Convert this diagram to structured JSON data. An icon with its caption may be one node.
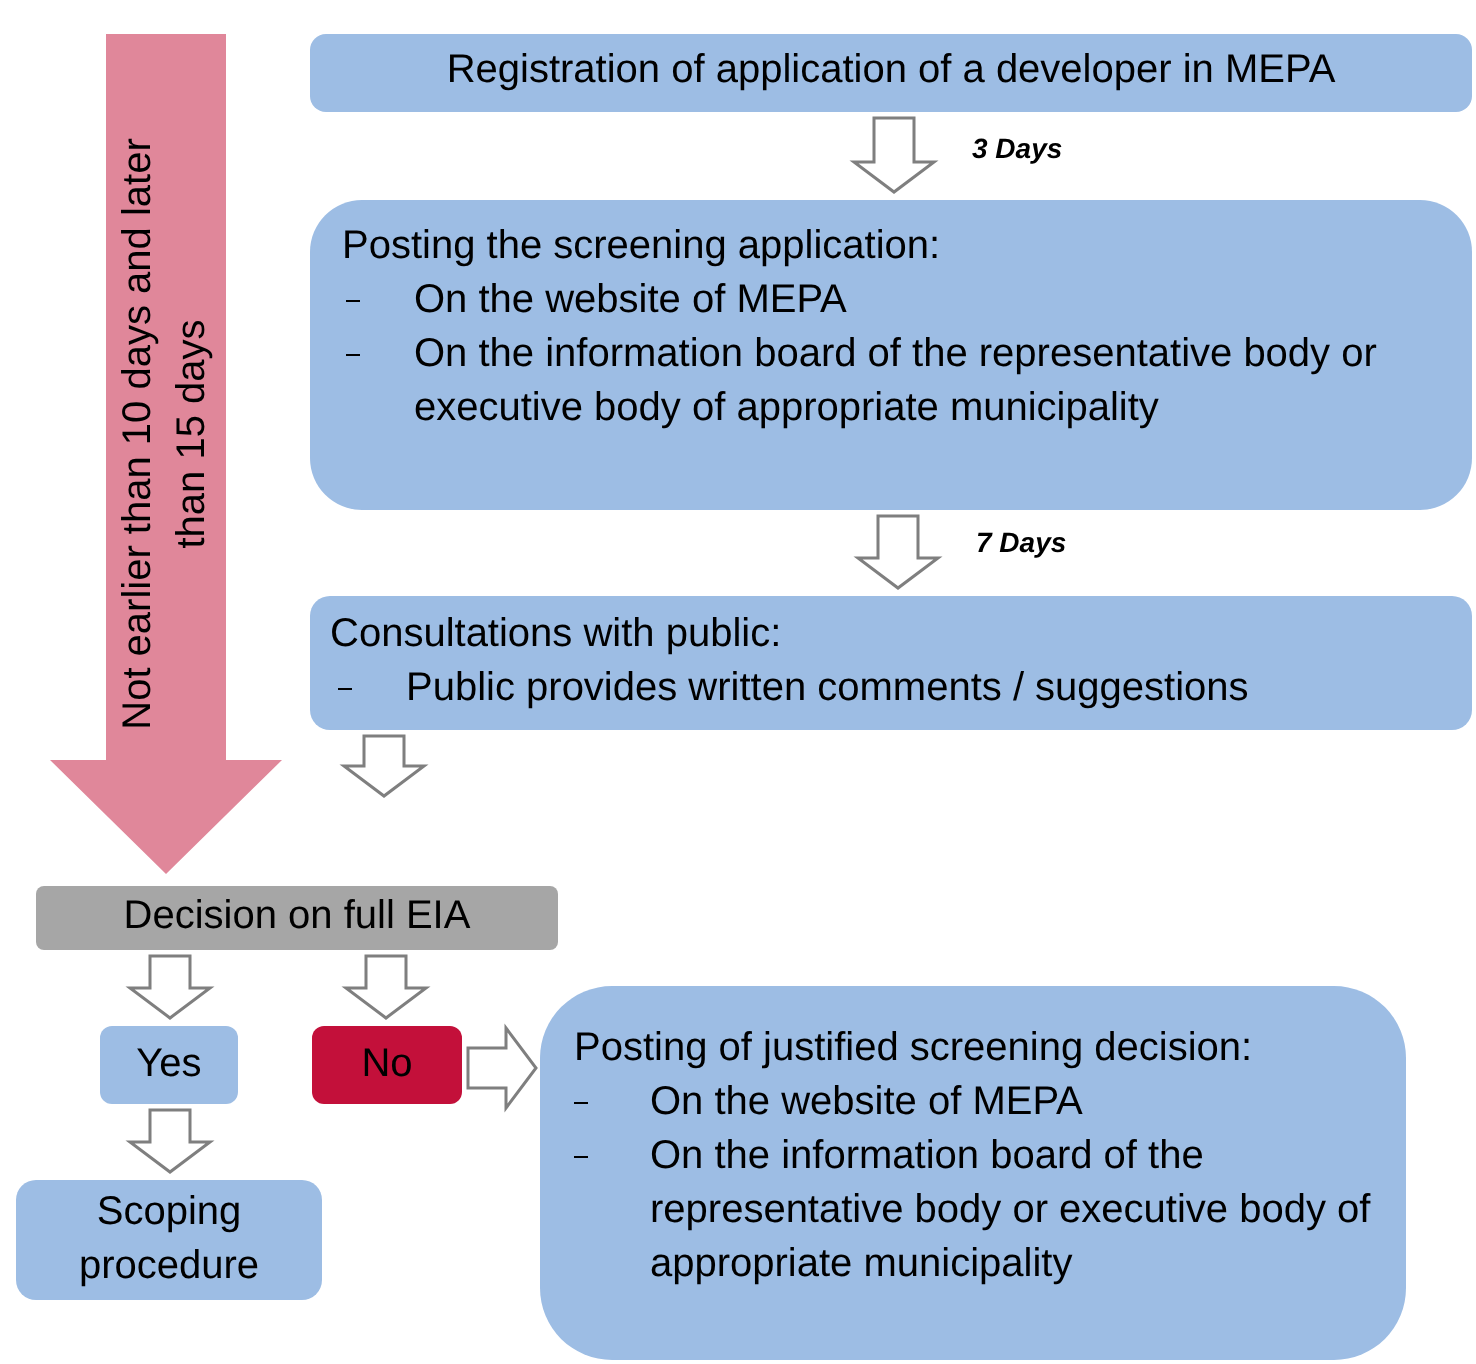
{
  "diagram": {
    "nodes": [
      {
        "text": [
          "Registration of application of a developer in MEPA"
        ]
      },
      {
        "text": [
          "Posting the screening application:",
          "On the website of MEPA",
          "On the information board of the representative body or executive body of appropriate municipality"
        ]
      },
      {
        "text": [
          "Consultations with public:",
          "Public provides written comments / suggestions"
        ]
      },
      {
        "text": [
          "Decision on full EIA"
        ]
      },
      {
        "text": [
          "Yes"
        ]
      },
      {
        "text": [
          "No"
        ]
      },
      {
        "text": [
          "Scoping procedure"
        ]
      },
      {
        "text": [
          "Posting of justified screening decision:",
          "On the website of MEPA",
          "On the information board of the representative body or executive body of appropriate municipality"
        ]
      },
      {
        "text": [
          "Not earlier than 10 days and later than 15 days"
        ]
      }
    ],
    "edges": [
      {
        "from": 0,
        "to": 1,
        "arrow": "to",
        "label": "3 Days"
      },
      {
        "from": 1,
        "to": 2,
        "arrow": "to",
        "label": "7 Days"
      },
      {
        "from": 2,
        "to": 3,
        "arrow": "to"
      },
      {
        "from": 3,
        "to": 4,
        "arrow": "to"
      },
      {
        "from": 3,
        "to": 5,
        "arrow": "to"
      },
      {
        "from": 4,
        "to": 6,
        "arrow": "to"
      },
      {
        "from": 5,
        "to": 7,
        "arrow": "to"
      }
    ]
  }
}
